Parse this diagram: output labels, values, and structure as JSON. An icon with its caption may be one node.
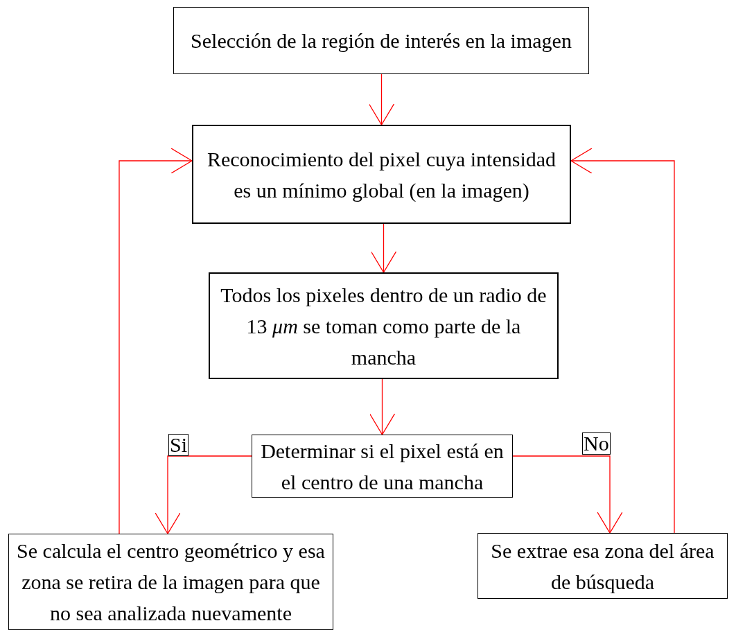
{
  "diagram": {
    "nodes": [
      {
        "text": [
          "Selección de la región de interés en la imagen"
        ]
      },
      {
        "text": [
          "Reconocimiento del pixel cuya intensidad es un mínimo global (en la imagen)"
        ]
      },
      {
        "text": [
          "Todos los pixeles dentro de un radio de 13 *μm* se toman como parte de la mancha"
        ]
      },
      {
        "text": [
          "Determinar si el pixel está en el centro de una mancha"
        ]
      },
      {
        "text": [
          "Se calcula el centro geométrico y esa zona se retira de la imagen para que no sea analizada nuevamente"
        ]
      },
      {
        "text": [
          "Se extrae esa zona del área de búsqueda"
        ]
      }
    ],
    "edges": [
      {
        "from": 0,
        "to": 1,
        "arrow": "to"
      },
      {
        "from": 1,
        "to": 2,
        "arrow": "to"
      },
      {
        "from": 2,
        "to": 3,
        "arrow": "to"
      },
      {
        "from": 3,
        "to": 4,
        "arrow": "to",
        "label": "Si"
      },
      {
        "from": 3,
        "to": 5,
        "arrow": "to",
        "label": "No"
      },
      {
        "from": 4,
        "to": 1,
        "arrow": "to"
      },
      {
        "from": 5,
        "to": 1,
        "arrow": "to"
      }
    ]
  }
}
